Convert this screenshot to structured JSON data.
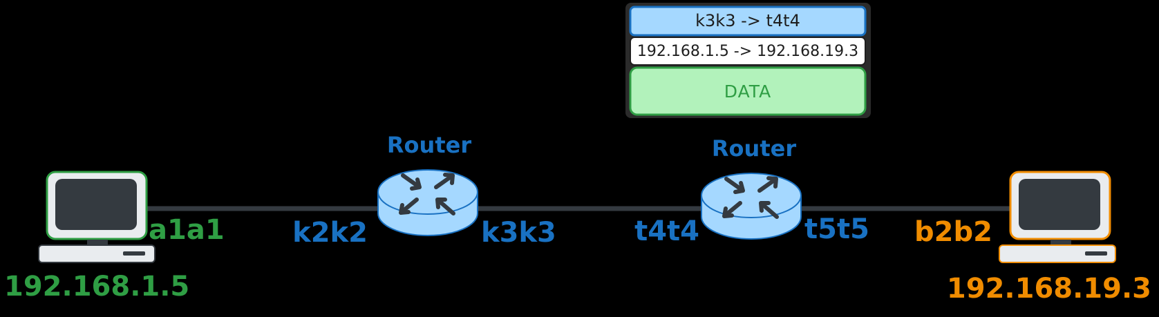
{
  "packet": {
    "frame_header": "k3k3 -> t4t4",
    "ip_header": "192.168.1.5 -> 192.168.19.3",
    "payload": "DATA"
  },
  "hosts": {
    "left": {
      "ip": "192.168.1.5",
      "interface": "a1a1",
      "color": "#2f9e44",
      "icon": "computer-icon"
    },
    "right": {
      "ip": "192.168.19.3",
      "interface": "b2b2",
      "color": "#f08c00",
      "icon": "computer-icon"
    }
  },
  "routers": {
    "r1": {
      "label": "Router",
      "left_interface": "k2k2",
      "right_interface": "k3k3",
      "icon": "router-icon"
    },
    "r2": {
      "label": "Router",
      "left_interface": "t4t4",
      "right_interface": "t5t5",
      "icon": "router-icon"
    }
  },
  "colors": {
    "background": "#000000",
    "router_blue": "#1971c2",
    "router_fill": "#a5d8ff",
    "link": "#343a40",
    "data_green": "#2f9e44",
    "data_fill": "#b2f2bb",
    "frame_fill": "#a5d8ff",
    "ip_fill": "#ffffff"
  }
}
